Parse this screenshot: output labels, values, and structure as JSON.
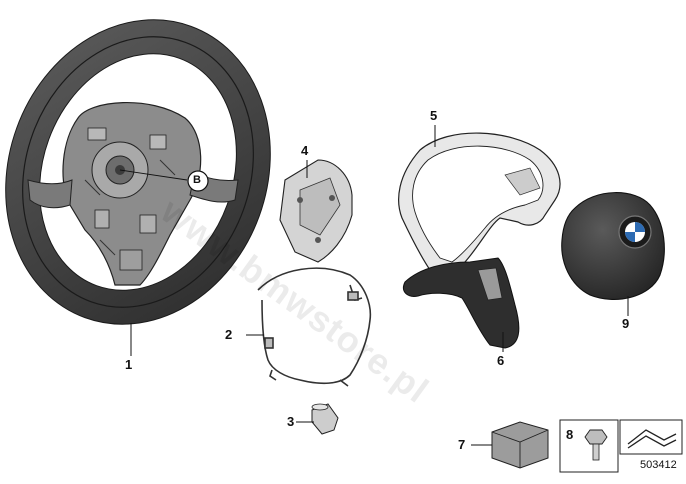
{
  "parts": [
    {
      "id": "part-1",
      "label": "1"
    },
    {
      "id": "part-2",
      "label": "2"
    },
    {
      "id": "part-3",
      "label": "3"
    },
    {
      "id": "part-4",
      "label": "4"
    },
    {
      "id": "part-5",
      "label": "5"
    },
    {
      "id": "part-6",
      "label": "6"
    },
    {
      "id": "part-7",
      "label": "7"
    },
    {
      "id": "part-8",
      "label": "8"
    },
    {
      "id": "part-9",
      "label": "9"
    }
  ],
  "callout_marker": "B",
  "watermark": "www.bmwstore.pl",
  "document_number": "503412",
  "colors": {
    "line": "#222222",
    "ring": "#454545",
    "airbag": "#3a3a3a",
    "trim": "#c8c8c8"
  }
}
